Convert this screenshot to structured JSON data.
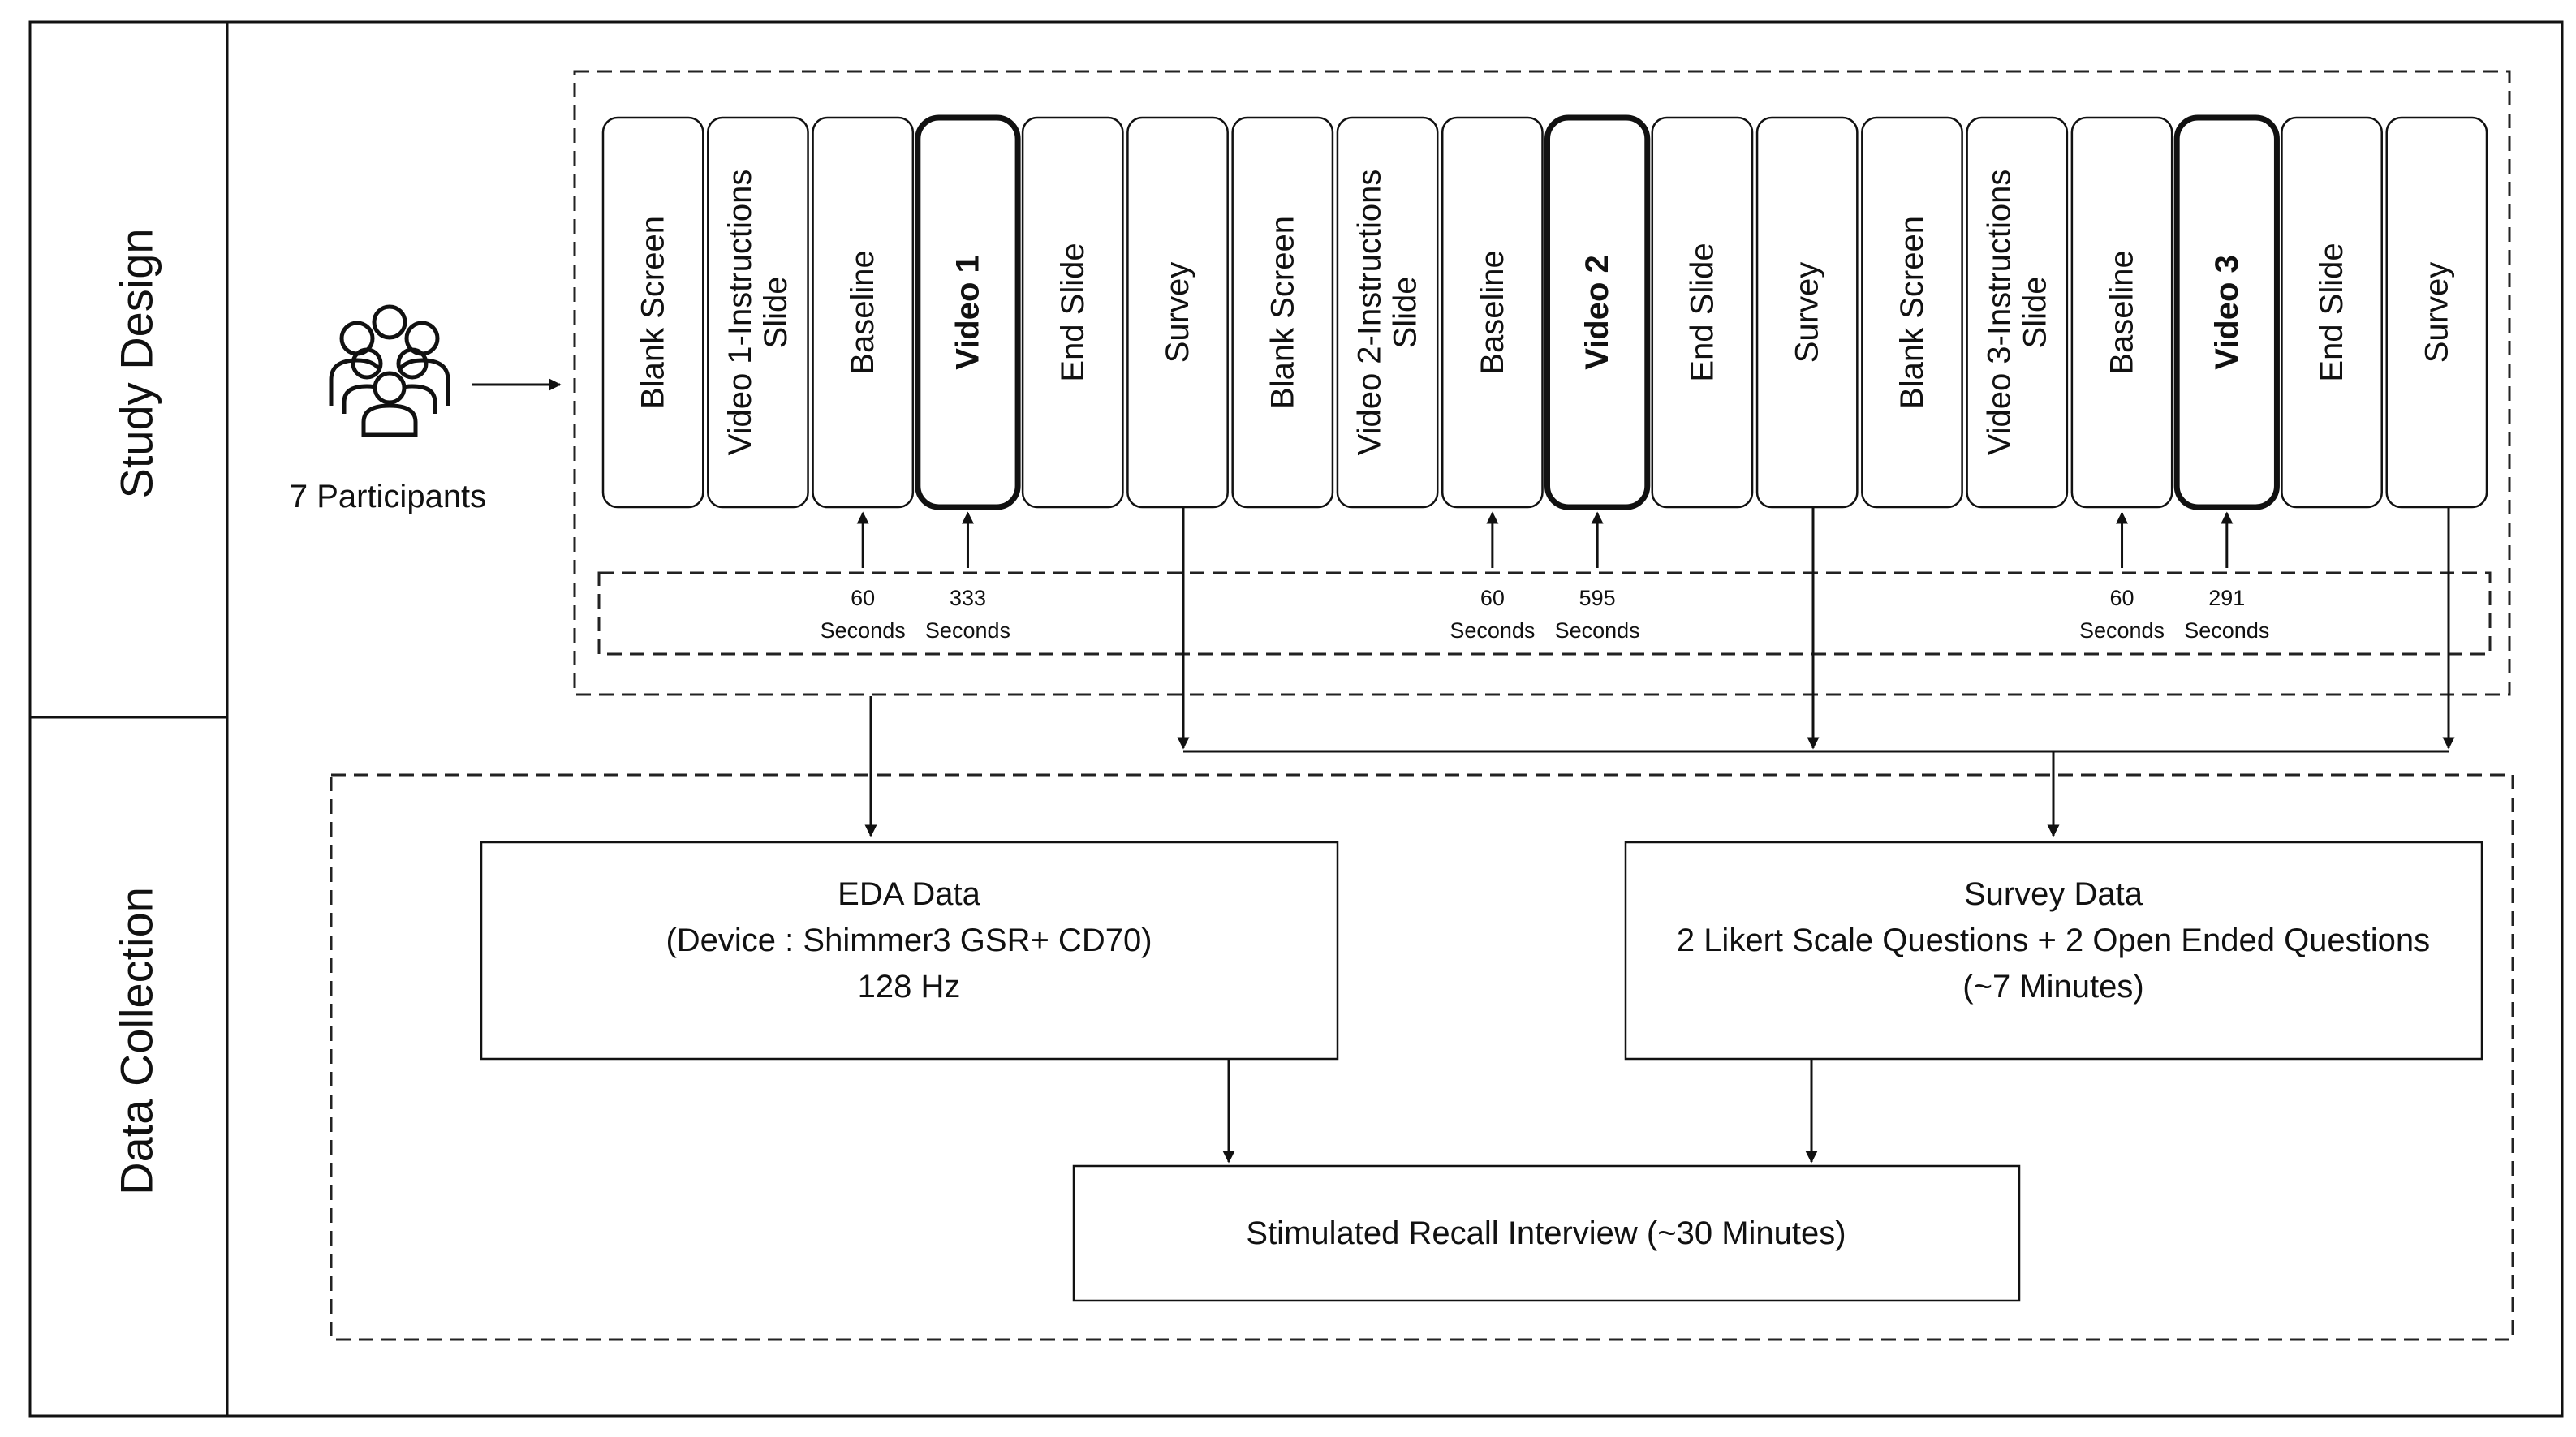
{
  "sections": {
    "study_design": "Study Design",
    "data_collection": "Data Collection"
  },
  "participants": {
    "label": "7 Participants",
    "icon": "group-of-people-icon"
  },
  "steps": [
    {
      "lines": [
        "Blank Screen"
      ],
      "bold": false
    },
    {
      "lines": [
        "Video 1-Instructions",
        "Slide"
      ],
      "bold": false
    },
    {
      "lines": [
        "Baseline"
      ],
      "bold": false
    },
    {
      "lines": [
        "Video 1"
      ],
      "bold": true
    },
    {
      "lines": [
        "End Slide"
      ],
      "bold": false
    },
    {
      "lines": [
        "Survey"
      ],
      "bold": false
    },
    {
      "lines": [
        "Blank Screen"
      ],
      "bold": false
    },
    {
      "lines": [
        "Video 2-Instructions",
        "Slide"
      ],
      "bold": false
    },
    {
      "lines": [
        "Baseline"
      ],
      "bold": false
    },
    {
      "lines": [
        "Video 2"
      ],
      "bold": true
    },
    {
      "lines": [
        "End Slide"
      ],
      "bold": false
    },
    {
      "lines": [
        "Survey"
      ],
      "bold": false
    },
    {
      "lines": [
        "Blank Screen"
      ],
      "bold": false
    },
    {
      "lines": [
        "Video 3-Instructions",
        "Slide"
      ],
      "bold": false
    },
    {
      "lines": [
        "Baseline"
      ],
      "bold": false
    },
    {
      "lines": [
        "Video 3"
      ],
      "bold": true
    },
    {
      "lines": [
        "End Slide"
      ],
      "bold": false
    },
    {
      "lines": [
        "Survey"
      ],
      "bold": false
    }
  ],
  "timings": [
    {
      "step": 2,
      "value": "60",
      "unit": "Seconds"
    },
    {
      "step": 3,
      "value": "333",
      "unit": "Seconds"
    },
    {
      "step": 8,
      "value": "60",
      "unit": "Seconds"
    },
    {
      "step": 9,
      "value": "595",
      "unit": "Seconds"
    },
    {
      "step": 14,
      "value": "60",
      "unit": "Seconds"
    },
    {
      "step": 15,
      "value": "291",
      "unit": "Seconds"
    }
  ],
  "eda_box": {
    "lines": [
      "EDA Data",
      "(Device : Shimmer3 GSR+ CD70)",
      "128 Hz"
    ]
  },
  "survey_box": {
    "lines": [
      "Survey Data",
      "2 Likert Scale Questions + 2 Open Ended Questions",
      "(~7 Minutes)"
    ]
  },
  "interview_box": {
    "label": "Stimulated Recall Interview (~30 Minutes)"
  }
}
